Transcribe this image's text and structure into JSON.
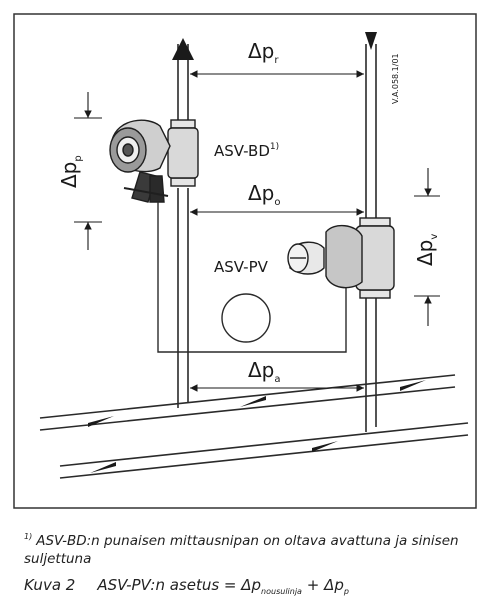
{
  "diagram": {
    "labels": {
      "delta": "Δp",
      "dp_r_sub": "r",
      "dp_o_sub": "o",
      "dp_a_sub": "a",
      "dp_p_sub": "p",
      "dp_v_sub": "v",
      "asv_bd": "ASV-BD",
      "asv_bd_note": "1)",
      "asv_pv": "ASV-PV",
      "code": "V.A.058.1/01"
    }
  },
  "caption": {
    "note_marker": "1)",
    "note_text": "ASV-BD:n punaisen mittausnipan on oltava avattuna ja sinisen suljettuna",
    "figure_label": "Kuva 2",
    "formula_lhs": "ASV-PV:n asetus = Δp",
    "formula_sub1": "nousulinja",
    "formula_plus": " + Δp",
    "formula_sub2": "p"
  }
}
